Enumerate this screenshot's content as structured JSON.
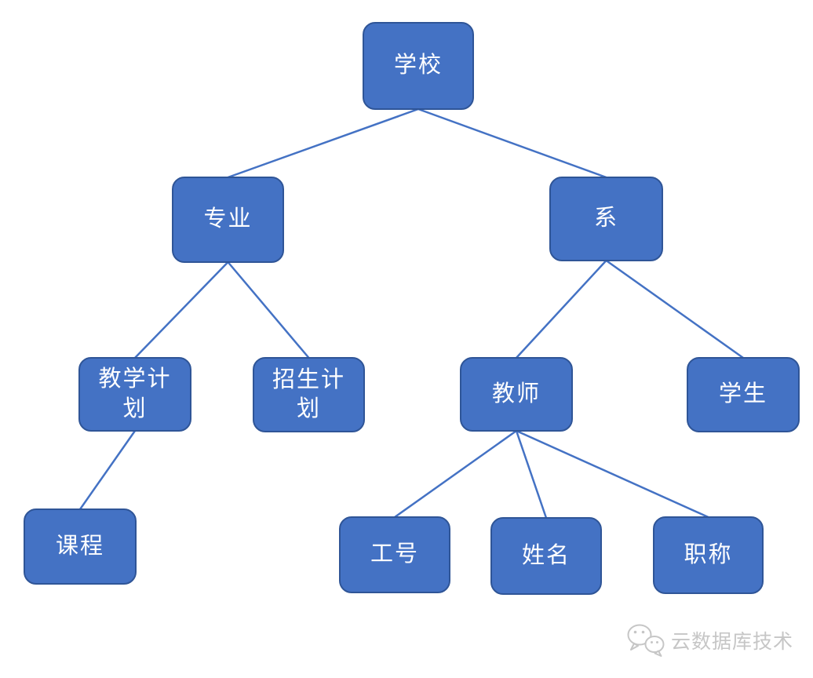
{
  "diagram": {
    "type": "tree",
    "nodes": [
      {
        "id": "school",
        "label": "学校"
      },
      {
        "id": "major",
        "label": "专业"
      },
      {
        "id": "department",
        "label": "系"
      },
      {
        "id": "teaching_plan",
        "label": "教学计划"
      },
      {
        "id": "enrollment_plan",
        "label": "招生计划"
      },
      {
        "id": "teacher",
        "label": "教师"
      },
      {
        "id": "student",
        "label": "学生"
      },
      {
        "id": "course",
        "label": "课程"
      },
      {
        "id": "employee_id",
        "label": "工号"
      },
      {
        "id": "name",
        "label": "姓名"
      },
      {
        "id": "title",
        "label": "职称"
      }
    ],
    "edges": [
      {
        "from": "school",
        "to": "major"
      },
      {
        "from": "school",
        "to": "department"
      },
      {
        "from": "major",
        "to": "teaching_plan"
      },
      {
        "from": "major",
        "to": "enrollment_plan"
      },
      {
        "from": "department",
        "to": "teacher"
      },
      {
        "from": "department",
        "to": "student"
      },
      {
        "from": "teaching_plan",
        "to": "course"
      },
      {
        "from": "teacher",
        "to": "employee_id"
      },
      {
        "from": "teacher",
        "to": "name"
      },
      {
        "from": "teacher",
        "to": "title"
      }
    ]
  },
  "colors": {
    "node_fill": "#4472C4",
    "node_border": "#2F5597",
    "node_text": "#FFFFFF",
    "connector": "#4472C4",
    "watermark": "#C6C6C6"
  },
  "watermark": {
    "icon": "wechat-icon",
    "text": "云数据库技术"
  }
}
